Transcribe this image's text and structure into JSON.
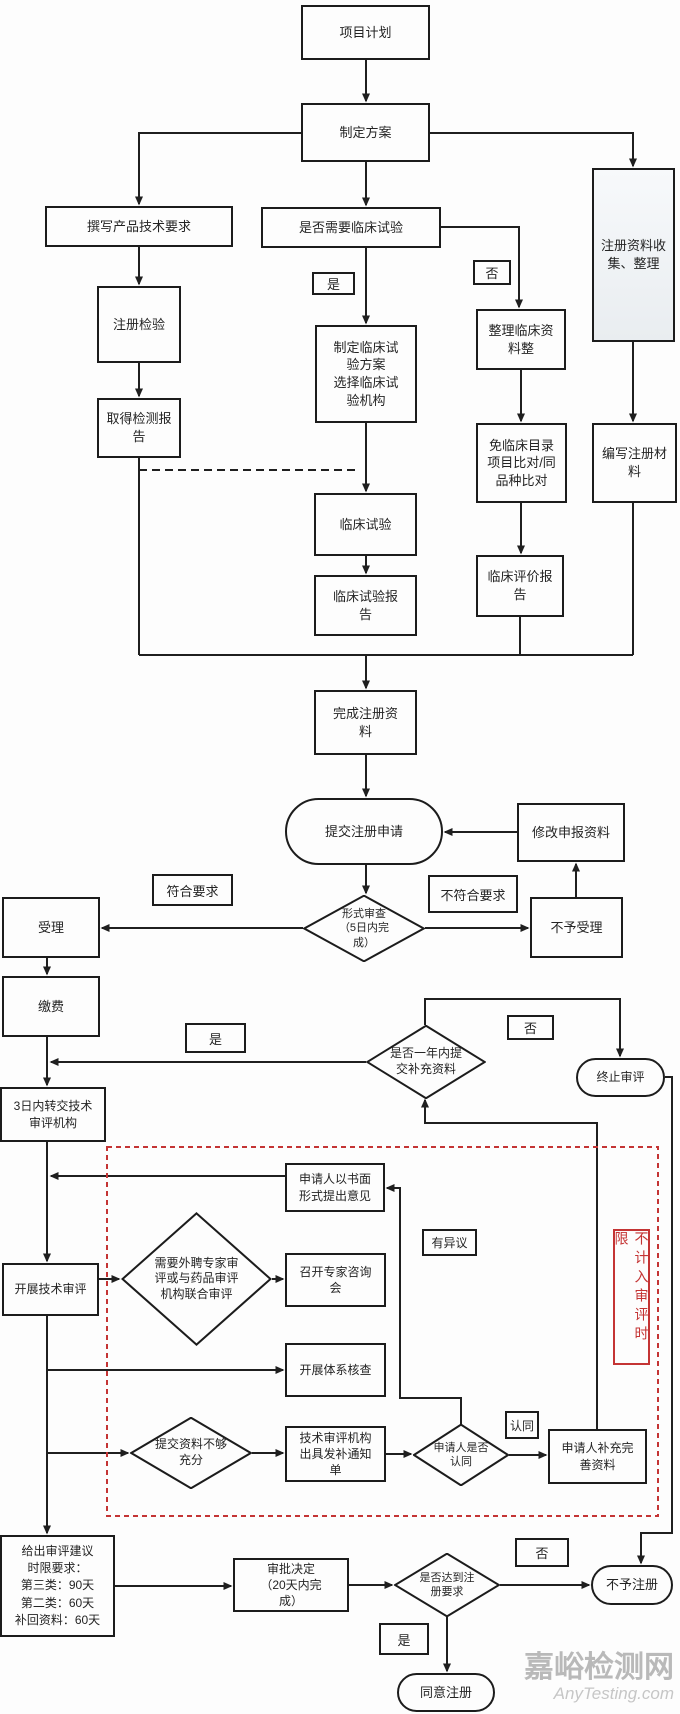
{
  "flow": {
    "nodes": {
      "project_plan": "项目计划",
      "make_plan": "制定方案",
      "write_tech_req": "撰写产品技术要求",
      "need_clinical": "是否需要临床试验",
      "collect_materials": "注册资料收\n集、整理",
      "reg_inspection": "注册检验",
      "get_test_report": "取得检测报\n告",
      "clinical_plan": "制定临床试\n验方案\n选择临床试\n验机构",
      "organize_clinical": "整理临床资\n料整",
      "exempt_compare": "免临床目录\n项目比对/同\n品种比对",
      "clinical_trial": "临床试验",
      "clinical_trial_report": "临床试验报\n告",
      "clinical_eval_report": "临床评价报\n告",
      "write_reg_materials": "编写注册材\n料",
      "complete_reg": "完成注册资\n料",
      "submit_application": "提交注册申请",
      "modify_materials": "修改申报资料",
      "formal_review": "形式审查\n（5日内完\n成）",
      "accept": "受理",
      "reject_accept": "不予受理",
      "pay": "缴费",
      "supplement_1year": "是否一年内提\n交补充资料",
      "terminate": "终止审评",
      "transfer_3days": "3日内转交技术\n审评机构",
      "tech_review": "开展技术审评",
      "written_opinion": "申请人以书面\n形式提出意见",
      "need_expert": "需要外聘专家审\n评或与药品审评\n机构联合审评",
      "expert_meeting": "召开专家咨询\n会",
      "system_check": "开展体系核查",
      "insufficient": "提交资料不够\n充分",
      "supplement_notice": "技术审评机构\n出具发补通知\n单",
      "applicant_agree": "申请人是否\n认同",
      "supplement_materials": "申请人补充完\n善资料",
      "review_advice": "给出审评建议\n时限要求：\n第三类：90天\n第二类：60天\n补回资料：60天",
      "approval_decision": "审批决定\n（20天内完\n成）",
      "meet_requirement": "是否达到注\n册要求",
      "no_register": "不予注册",
      "agree_register": "同意注册"
    },
    "labels": {
      "yes_top": "是",
      "no_top": "否",
      "meets_req": "符合要求",
      "not_meets_req": "不符合要求",
      "yes_mid": "是",
      "no_mid": "否",
      "objection": "有异议",
      "agree": "认同",
      "no_bottom": "否",
      "yes_bottom": "是",
      "not_counted_note": "不计入审评时限"
    },
    "watermark": {
      "line1": "嘉峪检测网",
      "line2": "AnyTesting.com"
    },
    "colors": {
      "line": "#1f1f1f",
      "red": "#c43434",
      "watermark": "#b9b9b9"
    }
  }
}
